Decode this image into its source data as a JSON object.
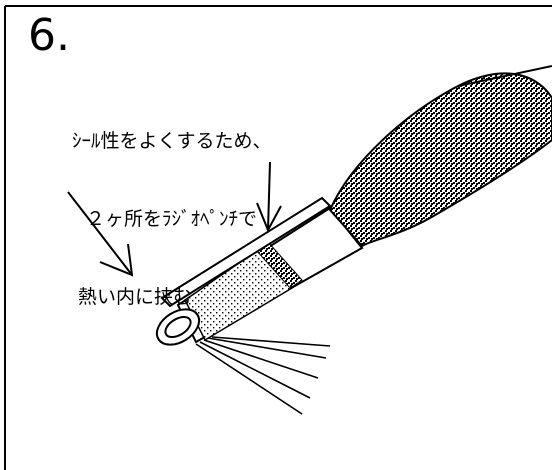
{
  "step": {
    "number": "6."
  },
  "instruction": {
    "lines": [
      "ｼｰﾙ性をよくするため、",
      "２ヶ所をﾗｼﾞｵﾍﾟﾝﾁで",
      "熱い内に挟む"
    ]
  },
  "colors": {
    "ink": "#000000",
    "background": "#ffffff"
  }
}
